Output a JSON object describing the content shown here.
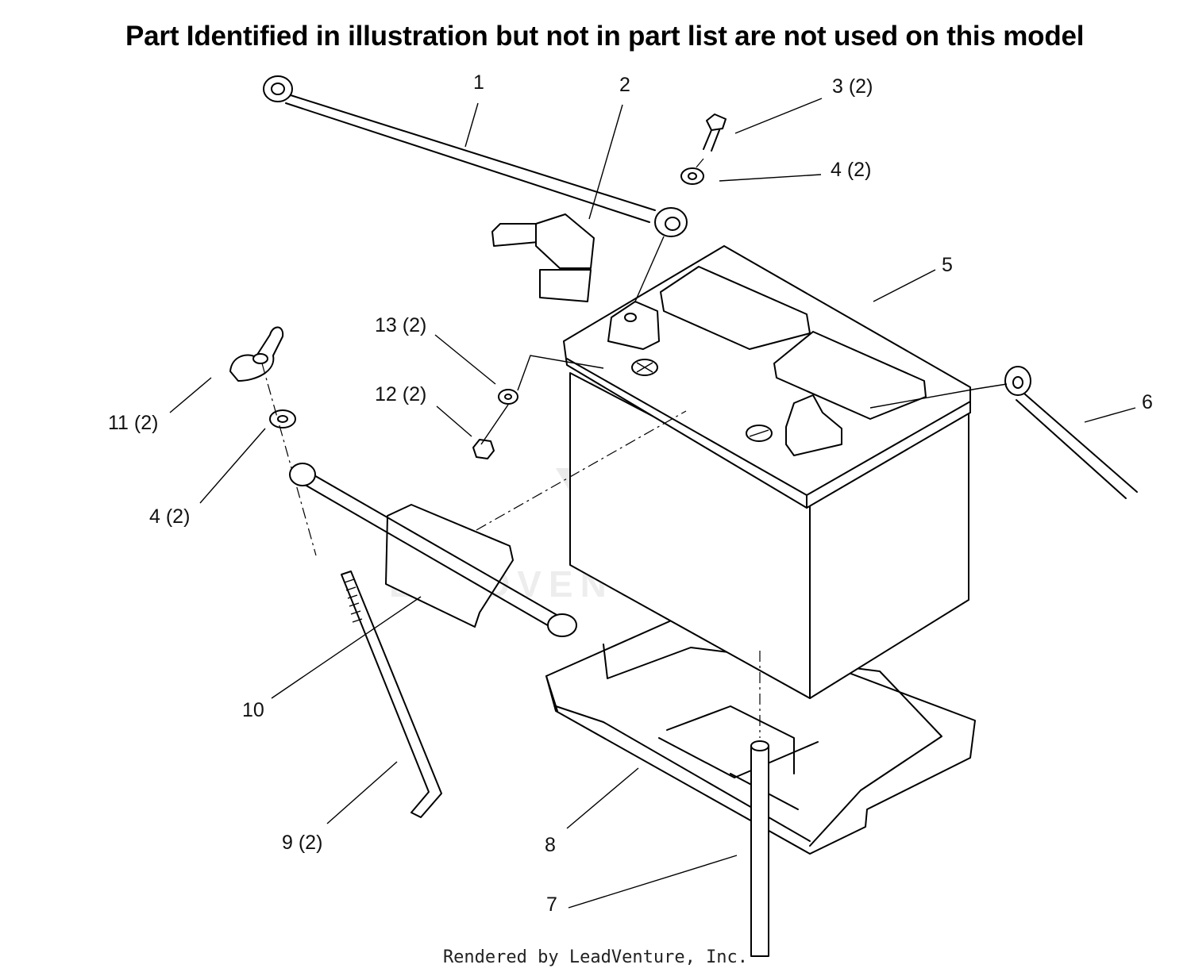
{
  "heading": "Part Identified in illustration but not in part list are not used on this model",
  "callouts": [
    {
      "key": "c1",
      "label": "1"
    },
    {
      "key": "c2",
      "label": "2"
    },
    {
      "key": "c3",
      "label": "3 (2)"
    },
    {
      "key": "c4a",
      "label": "4 (2)"
    },
    {
      "key": "c5",
      "label": "5"
    },
    {
      "key": "c6",
      "label": "6"
    },
    {
      "key": "c7",
      "label": "7"
    },
    {
      "key": "c8",
      "label": "8"
    },
    {
      "key": "c9",
      "label": "9 (2)"
    },
    {
      "key": "c10",
      "label": "10"
    },
    {
      "key": "c11",
      "label": "11 (2)"
    },
    {
      "key": "c12",
      "label": "12 (2)"
    },
    {
      "key": "c13",
      "label": "13 (2)"
    },
    {
      "key": "c4b",
      "label": "4 (2)"
    }
  ],
  "watermark": "LEADVENTURE",
  "footer": "Rendered by LeadVenture, Inc."
}
